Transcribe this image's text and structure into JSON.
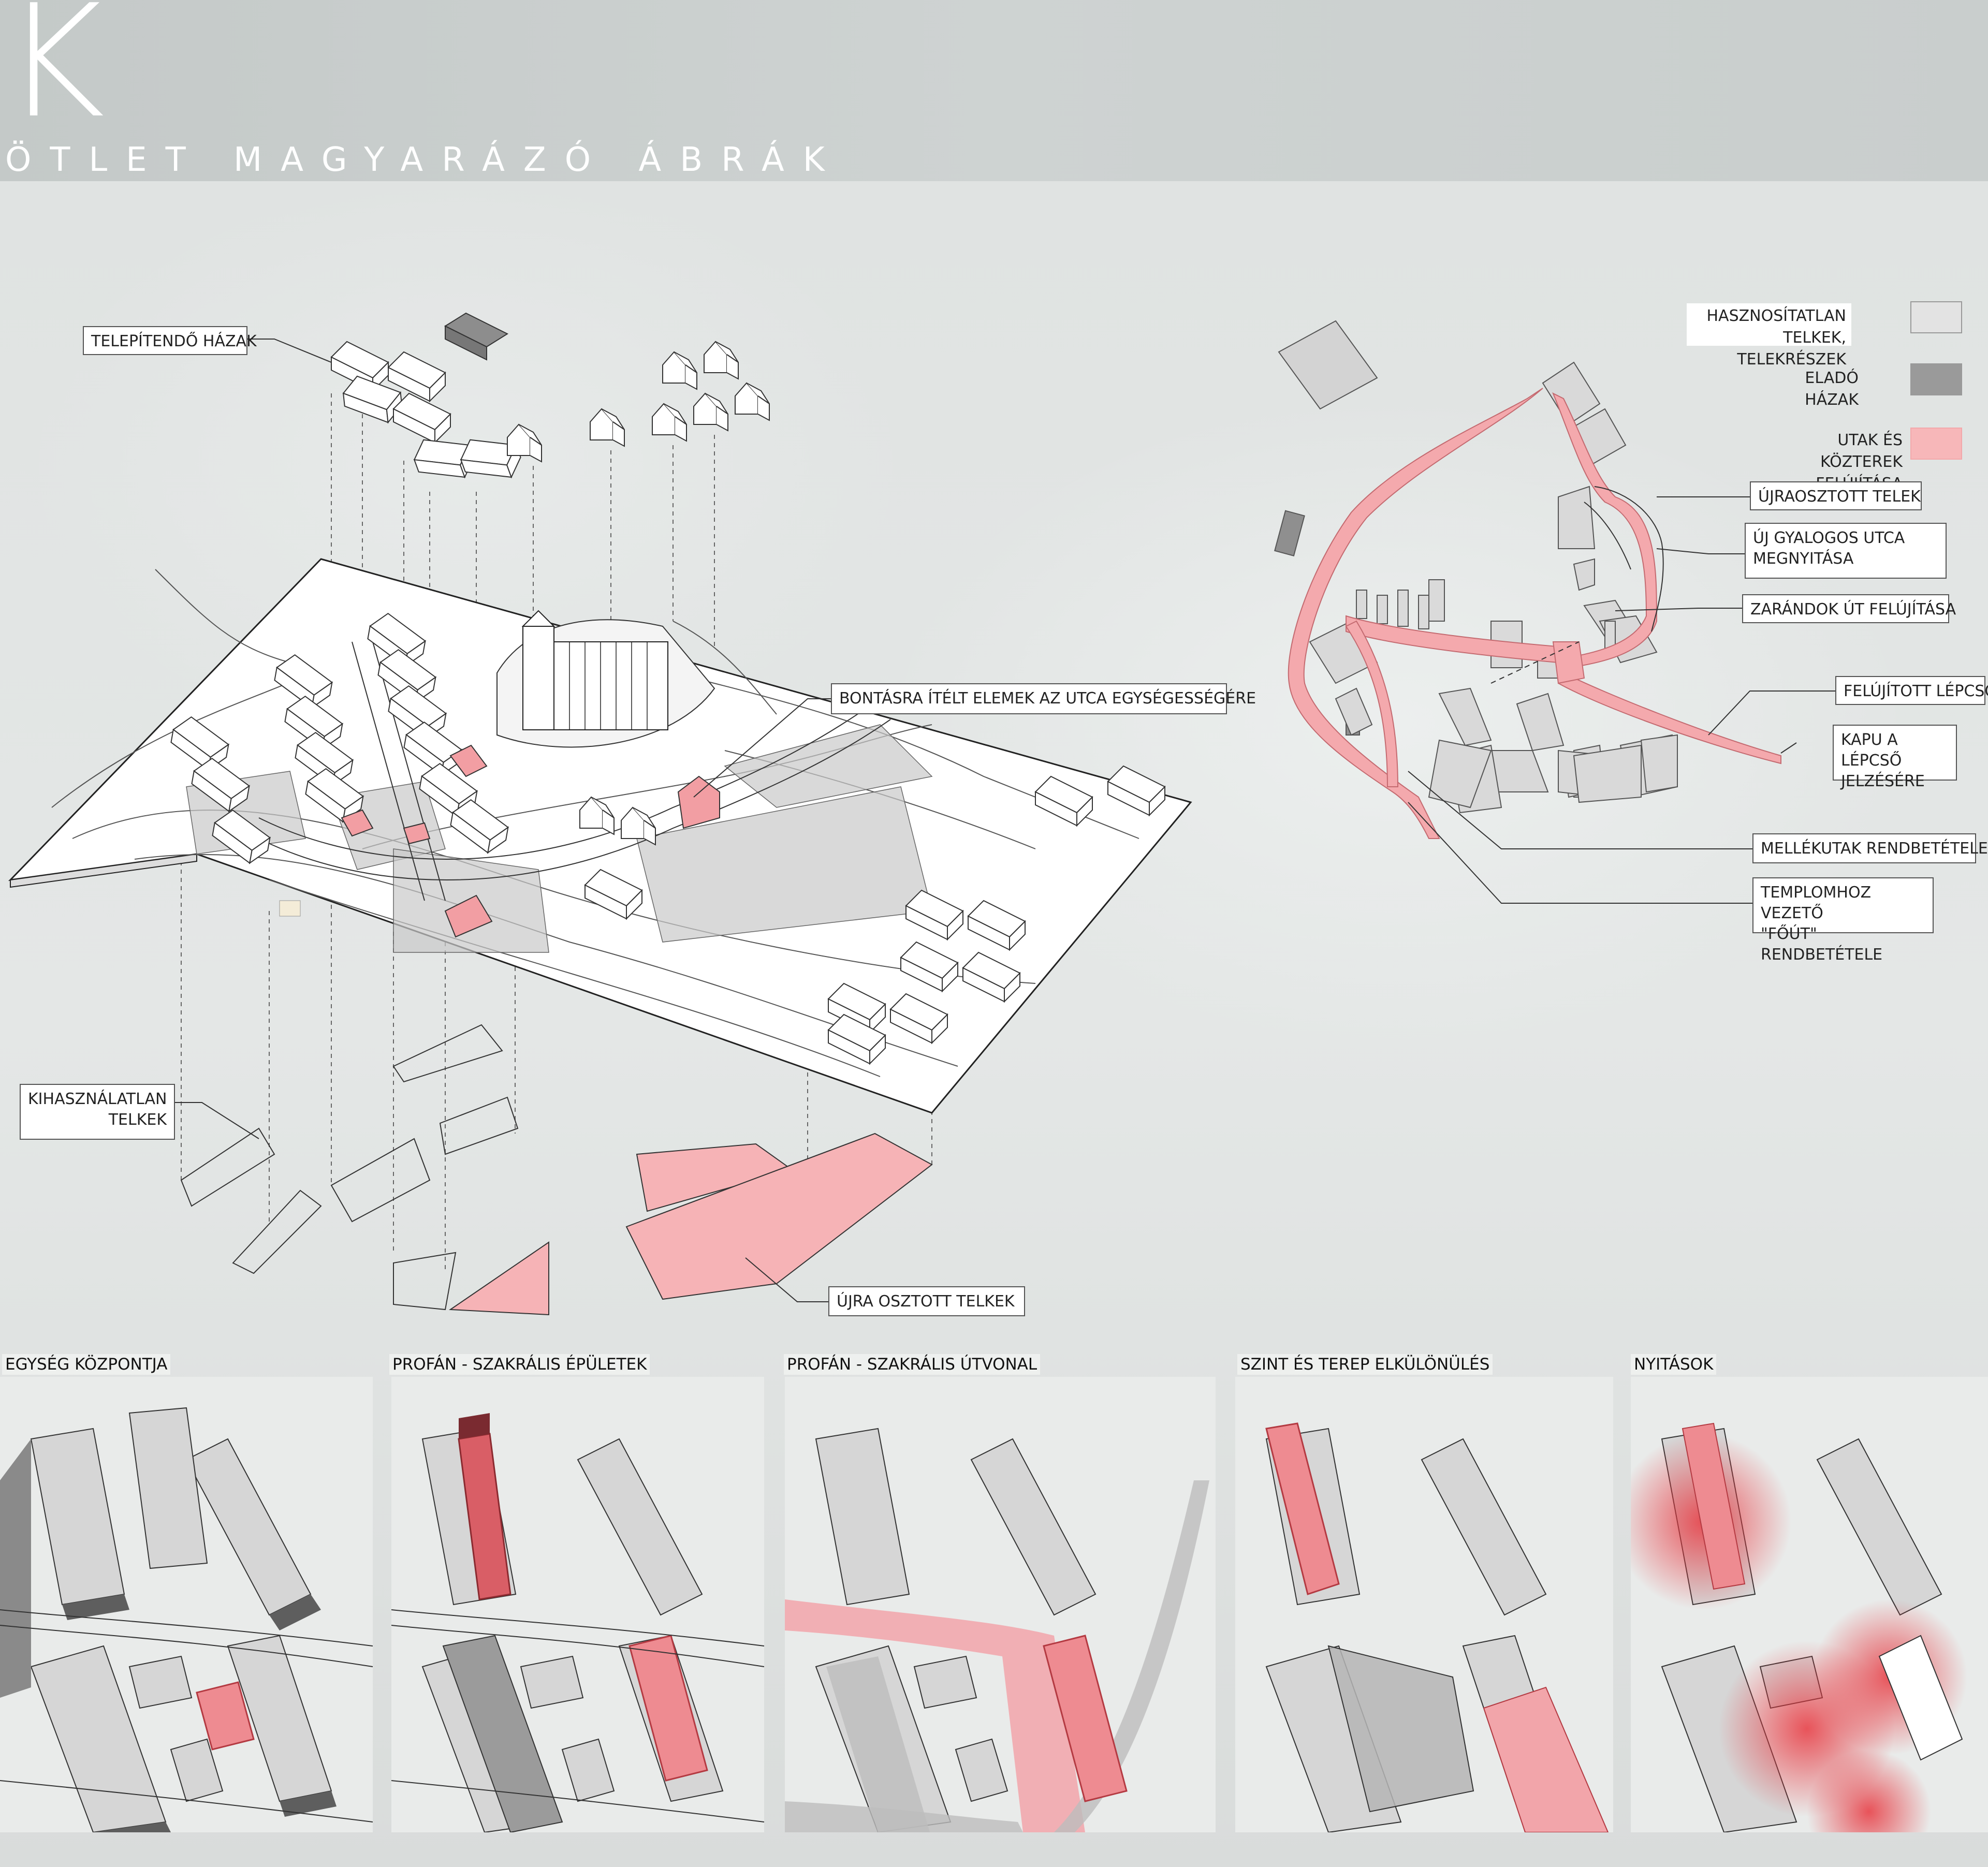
{
  "header": {
    "letter": "K",
    "title": "ÖTLET MAGYARÁZÓ ÁBRÁK"
  },
  "axonometric_labels": {
    "houses_to_settle": "TELEPÍTENDŐ HÁZAK",
    "demolish": "BONTÁSRA ÍTÉLT ELEMEK AZ UTCA EGYSÉGESSÉGÉRE",
    "unused_plots_line1": "KIHASZNÁLATLAN",
    "unused_plots_line2": "TELKEK",
    "redistributed_plots": "ÚJRA OSZTOTT TELKEK"
  },
  "legend": {
    "unused_line1": "HASZNOSÍTATLAN TELKEK,",
    "unused_line2": "TELEKRÉSZEK",
    "for_sale": "ELADÓ HÁZAK",
    "roads_line1": "UTAK ÉS KÖZTEREK",
    "roads_line2": "FELÚJÍTÁSA",
    "colors": {
      "unused": "#e3e3e3",
      "for_sale": "#9a9a9a",
      "roads": "#f7b7b9"
    }
  },
  "plan_labels": {
    "redistributed_plot": "ÚJRAOSZTOTT TELEK",
    "new_pedestrian_line1": "ÚJ GYALOGOS UTCA",
    "new_pedestrian_line2": "MEGNYITÁSA",
    "pilgrim_path": "ZARÁNDOK ÚT FELÚJÍTÁSA",
    "renovated_stairs": "FELÚJÍTOTT LÉPCSŐ",
    "gate_line1": "KAPU A LÉPCSŐ",
    "gate_line2": "JELZÉSÉRE",
    "side_roads": "MELLÉKUTAK RENDBETÉTELE",
    "main_road_line1": "TEMPLOMHOZ VEZETŐ",
    "main_road_line2": "\"FŐÚT\" RENDBETÉTELE"
  },
  "strip": {
    "panels": [
      {
        "title": "EGYSÉG KÖZPONTJA"
      },
      {
        "title": "PROFÁN - SZAKRÁLIS ÉPÜLETEK"
      },
      {
        "title": "PROFÁN - SZAKRÁLIS ÚTVONAL"
      },
      {
        "title": "SZINT ÉS TEREP ELKÜLÖNÜLÉS"
      },
      {
        "title": "NYITÁSOK"
      }
    ]
  },
  "accent": "#f3a8ab",
  "accent_dark": "#c4474e"
}
